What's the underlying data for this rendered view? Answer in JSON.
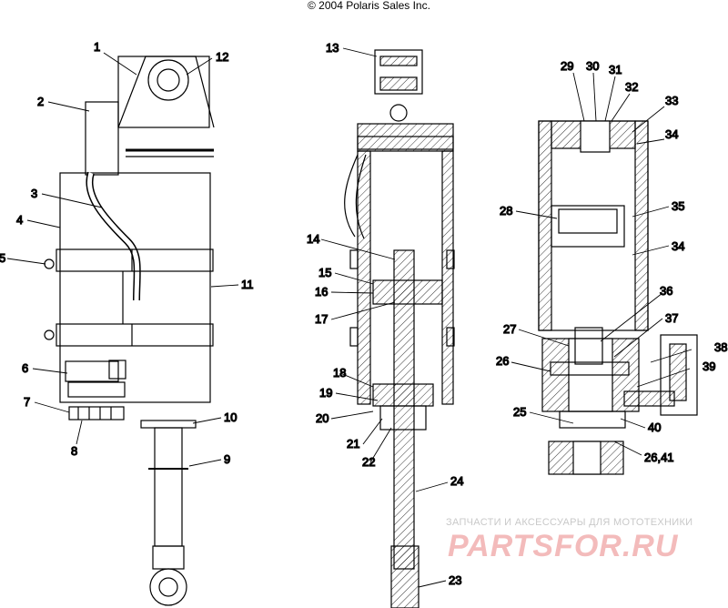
{
  "copyright": "© 2004 Polaris Sales Inc.",
  "watermark": {
    "line1": "ЗАПЧАСТИ И АКСЕССУАРЫ ДЛЯ МОТОТЕХНИКИ",
    "line2": "PARTSFOR.RU"
  },
  "callouts": [
    "1",
    "2",
    "3",
    "4",
    "5",
    "6",
    "7",
    "8",
    "9",
    "10",
    "11",
    "12",
    "13",
    "14",
    "15",
    "16",
    "17",
    "18",
    "19",
    "20",
    "21",
    "22",
    "23",
    "24",
    "25",
    "26",
    "27",
    "28",
    "29",
    "30",
    "31",
    "32",
    "33",
    "34",
    "34",
    "35",
    "36",
    "37",
    "38",
    "39",
    "40",
    "26,41"
  ]
}
